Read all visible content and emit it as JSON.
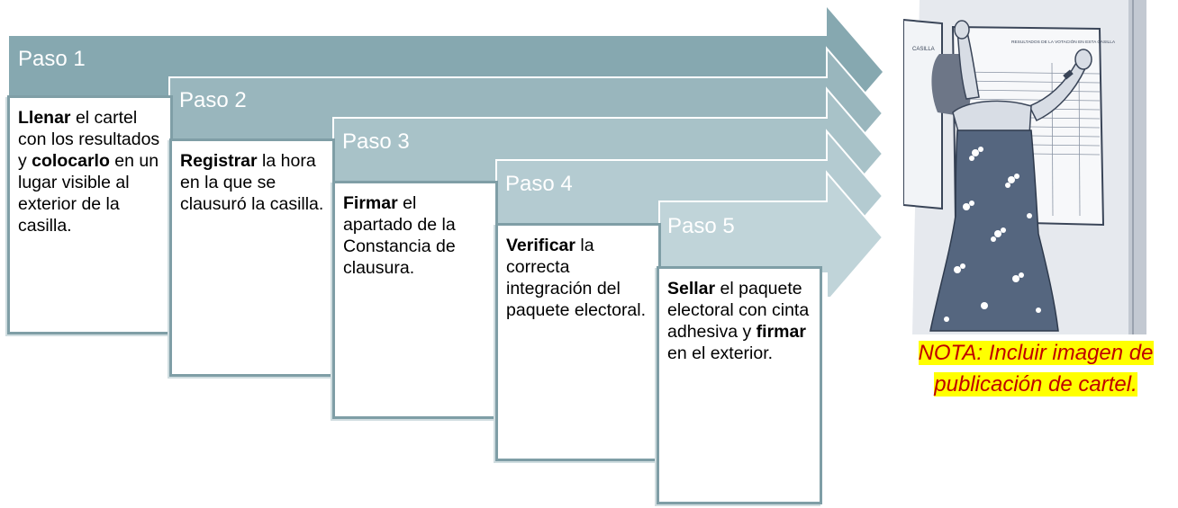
{
  "colors": {
    "arrow_step1": "#86a8b0",
    "arrow_step2": "#99b6bd",
    "arrow_step3": "#a8c2c8",
    "arrow_step4": "#b4cbd1",
    "arrow_step5": "#c0d4d9",
    "box_border": "#7f9ea6",
    "note_text": "#c00000",
    "note_highlight": "#ffff00"
  },
  "steps": [
    {
      "title": "Paso 1",
      "parts": [
        {
          "bold": true,
          "text": "Llenar"
        },
        {
          "bold": false,
          "text": " el cartel con los resultados y "
        },
        {
          "bold": true,
          "text": "colocarlo"
        },
        {
          "bold": false,
          "text": " en un lugar visible al exterior de la casilla."
        }
      ]
    },
    {
      "title": "Paso 2",
      "parts": [
        {
          "bold": true,
          "text": "Registrar"
        },
        {
          "bold": false,
          "text": " la hora en la que se clausuró la casilla."
        }
      ]
    },
    {
      "title": "Paso 3",
      "parts": [
        {
          "bold": true,
          "text": "Firmar"
        },
        {
          "bold": false,
          "text": " el apartado de la Constancia de clausura."
        }
      ]
    },
    {
      "title": "Paso 4",
      "parts": [
        {
          "bold": true,
          "text": "Verificar"
        },
        {
          "bold": false,
          "text": " la correcta integración del paquete electoral."
        }
      ]
    },
    {
      "title": "Paso 5",
      "parts": [
        {
          "bold": true,
          "text": "Sellar"
        },
        {
          "bold": false,
          "text": " el paquete electoral con cinta adhesiva y "
        },
        {
          "bold": true,
          "text": "firmar"
        },
        {
          "bold": false,
          "text": " en el exterior."
        }
      ]
    }
  ],
  "illustration": {
    "poster_left_label": "CASILLA",
    "poster_heading": "RESULTADOS DE LA VOTACIÓN EN ESTA CASILLA"
  },
  "note": {
    "line1": "NOTA: Incluir imagen de",
    "line2": "publicación de cartel."
  }
}
